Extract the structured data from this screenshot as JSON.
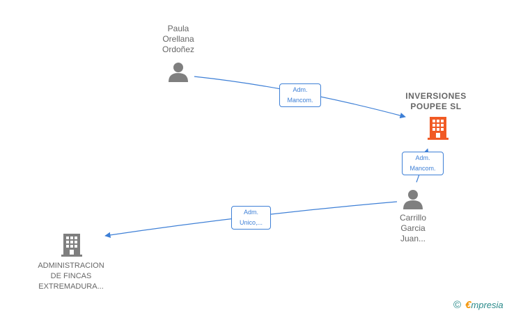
{
  "nodes": {
    "paula": {
      "label": "Paula\nOrellana\nOrdoñez",
      "icon": "person-icon",
      "color": "#7f7f7f"
    },
    "inversiones": {
      "label": "INVERSIONES\nPOUPEE  SL",
      "icon": "building-icon",
      "color": "#f15a24"
    },
    "carrillo": {
      "label": "Carrillo\nGarcia\nJuan...",
      "icon": "person-icon",
      "color": "#7f7f7f"
    },
    "administracion": {
      "label": "ADMINISTRACION\nDE FINCAS\nEXTREMADURA...",
      "icon": "building-icon",
      "color": "#7f7f7f"
    }
  },
  "edges": {
    "paula_to_inversiones": {
      "label": "Adm.\nMancom."
    },
    "carrillo_to_inversiones": {
      "label": "Adm.\nMancom."
    },
    "carrillo_to_administracion": {
      "label": "Adm.\nUnico,..."
    }
  },
  "colors": {
    "edge": "#3d7fd6",
    "brand_accent": "#f39200",
    "brand_text": "#2a8a8a"
  },
  "brand": {
    "copyright": "©",
    "e": "€",
    "word": "mpresia"
  }
}
